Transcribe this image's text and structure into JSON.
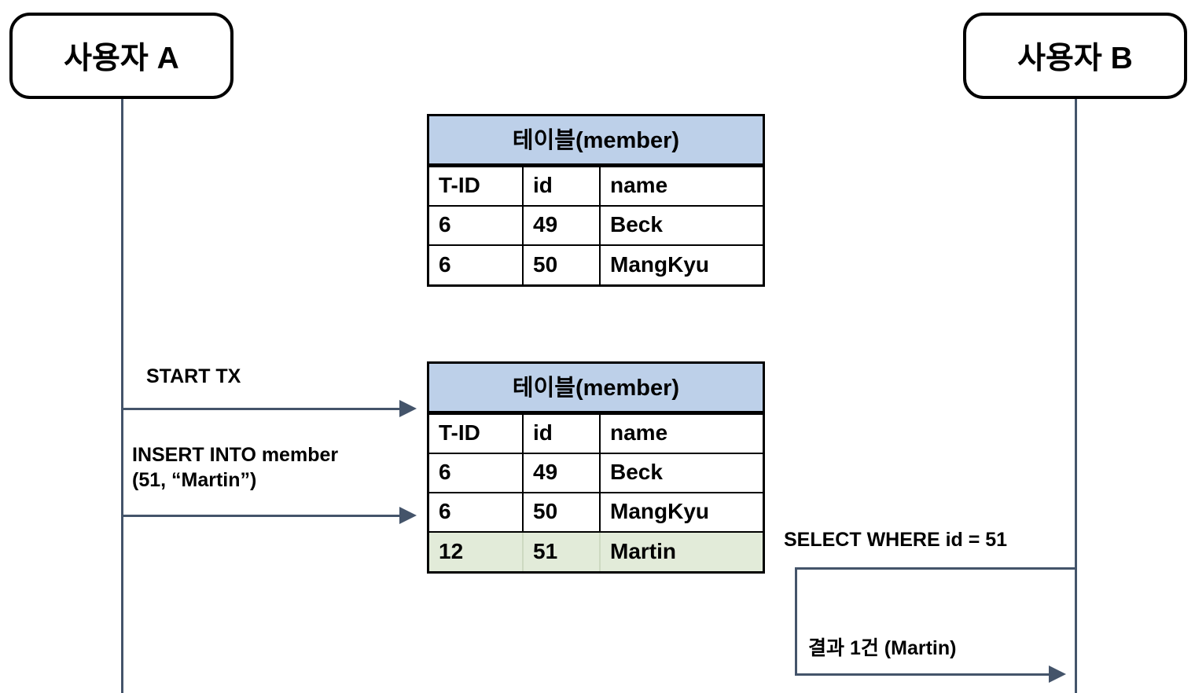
{
  "diagram": {
    "title": "Transaction isolation sequence diagram",
    "type": "sequence-diagram"
  },
  "actors": {
    "left": {
      "label": "사용자 A",
      "name": "user-a"
    },
    "right": {
      "label": "사용자 B",
      "name": "user-b"
    }
  },
  "messages": {
    "start_tx": "START TX",
    "insert": "INSERT INTO member\n(51, “Martin”)",
    "select": "SELECT WHERE id = 51",
    "result": "결과 1건 (Martin)"
  },
  "tables": {
    "before": {
      "caption": "테이블(member)",
      "columns": [
        "T-ID",
        "id",
        "name"
      ],
      "rows": [
        {
          "cells": [
            "6",
            "49",
            "Beck"
          ],
          "highlight": false
        },
        {
          "cells": [
            "6",
            "50",
            "MangKyu"
          ],
          "highlight": false
        }
      ]
    },
    "after": {
      "caption": "테이블(member)",
      "columns": [
        "T-ID",
        "id",
        "name"
      ],
      "rows": [
        {
          "cells": [
            "6",
            "49",
            "Beck"
          ],
          "highlight": false
        },
        {
          "cells": [
            "6",
            "50",
            "MangKyu"
          ],
          "highlight": false
        },
        {
          "cells": [
            "12",
            "51",
            "Martin"
          ],
          "highlight": true
        }
      ]
    }
  },
  "colors": {
    "table_header_blue": "#bdd0e9",
    "row_highlight_green": "#e2ebd9",
    "arrow_slate": "#44546a",
    "outline_black": "#000000",
    "background": "#ffffff"
  }
}
